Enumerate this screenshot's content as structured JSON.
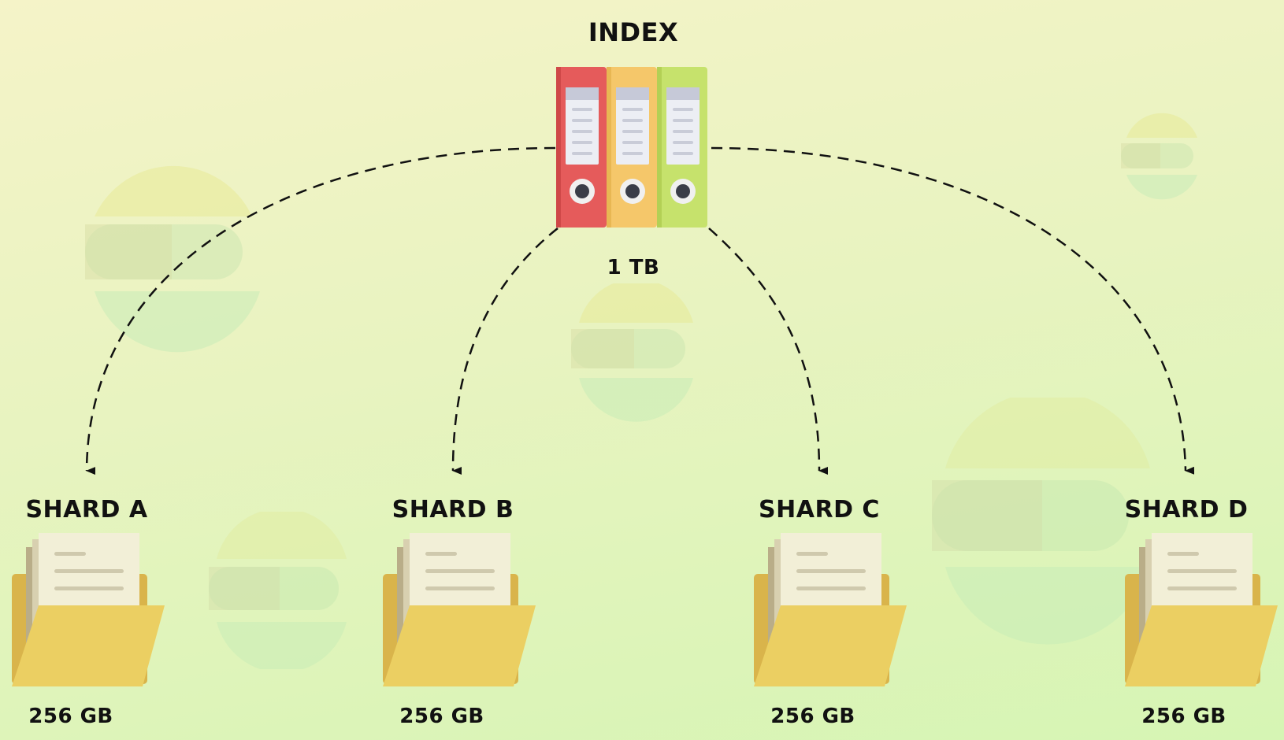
{
  "index": {
    "title": "INDEX",
    "size": "1 TB"
  },
  "shards": [
    {
      "title": "SHARD A",
      "size": "256 GB"
    },
    {
      "title": "SHARD B",
      "size": "256 GB"
    },
    {
      "title": "SHARD C",
      "size": "256 GB"
    },
    {
      "title": "SHARD D",
      "size": "256 GB"
    }
  ],
  "colors": {
    "binder_red": "#e55b5b",
    "binder_orange": "#f5c76a",
    "binder_green": "#c6e26c",
    "folder": "#ebcf62",
    "folder_back": "#d9b44b",
    "paper": "#f2efd7",
    "arrow": "#111111"
  },
  "icons": [
    "binder-icon",
    "folder-icon",
    "elastic-logo-watermark"
  ]
}
